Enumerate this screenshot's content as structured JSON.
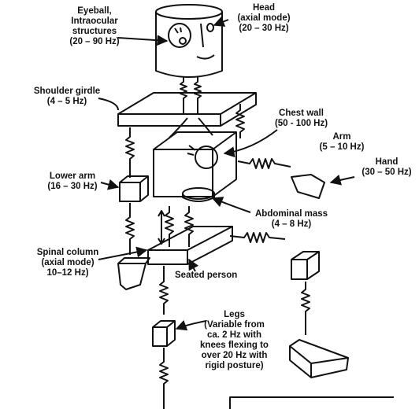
{
  "labels": {
    "eyeball": [
      "Eyeball,",
      "Intraocular",
      "structures",
      "(20 – 90 Hz)"
    ],
    "head": [
      "Head",
      "(axial mode)",
      "(20 – 30 Hz)"
    ],
    "shoulder": [
      "Shoulder girdle",
      "(4 – 5 Hz)"
    ],
    "chest": [
      "Chest wall",
      "(50 - 100 Hz)"
    ],
    "arm": [
      "Arm",
      "(5 – 10 Hz)"
    ],
    "hand": [
      "Hand",
      "(30 – 50 Hz)"
    ],
    "lower_arm": [
      "Lower arm",
      "(16 – 30 Hz)"
    ],
    "abdominal": [
      "Abdominal mass",
      "(4 – 8 Hz)"
    ],
    "spinal": [
      "Spinal column",
      "(axial mode)",
      "10–12 Hz)"
    ],
    "seated": [
      "Seated person"
    ],
    "legs": [
      "Legs",
      "(Variable from",
      "ca. 2 Hz with",
      "knees flexing to",
      "over 20 Hz with",
      "rigid posture)"
    ]
  },
  "colors": {
    "ink": "#111111",
    "paper": "#ffffff"
  }
}
